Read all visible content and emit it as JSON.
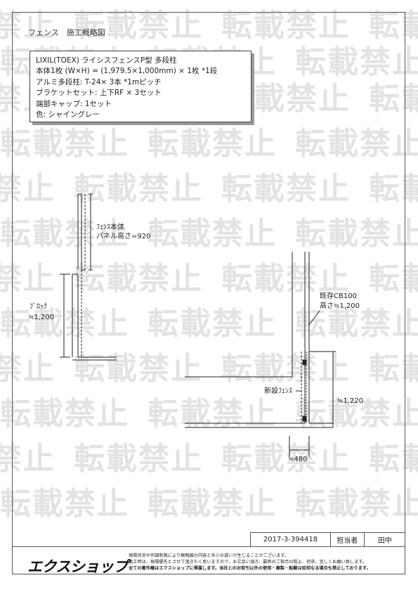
{
  "document": {
    "title": "フェンス　施工概略図"
  },
  "watermark": {
    "text": "転載禁止"
  },
  "spec": {
    "lines": [
      "LIXIL(TOEX) ライシスフェンスP型 多段柱",
      "本体1枚 (W×H) = (1,979.5×1,000mm) × 1枚 *1段",
      "アルミ多段柱: T-24× 3本 *1mピッチ",
      "ブラケットセット: 上下RF × 3セット",
      "端部キャップ: 1セット",
      "色: シャイングレー"
    ]
  },
  "drawing": {
    "left": {
      "fence_label": "ﾌｪﾝｽ本体",
      "panel_height_label": "パネル高さ=920",
      "block_label": "ﾌﾞﾛｯｸ",
      "block_height": "≒1,200"
    },
    "right": {
      "existing_label": "既存CB100",
      "existing_height": "高さ≒1,200",
      "new_fence_label": "新設ﾌｪﾝｽ",
      "new_height": "≒1,220",
      "offset": "≒480"
    }
  },
  "title_block": {
    "drawing_no": "2017-3-394418",
    "person_label": "担当者",
    "person_name": "田中"
  },
  "footer": {
    "logo": "エクスショップ",
    "note1": "現場状況や作図制限により概略図の内容と多少の違いが生じることがございます。",
    "note2": "施工時は、現場優先とさせて頂きたく思いますので、お立会い頂き、最終のご指示の程よ、何卒、宜しくお願い致します。",
    "note3": "全ての著作権はエクスショップに帰属します。当社とのお取引以外の使用・複製・転載は如何なる場合も禁止しております。"
  }
}
